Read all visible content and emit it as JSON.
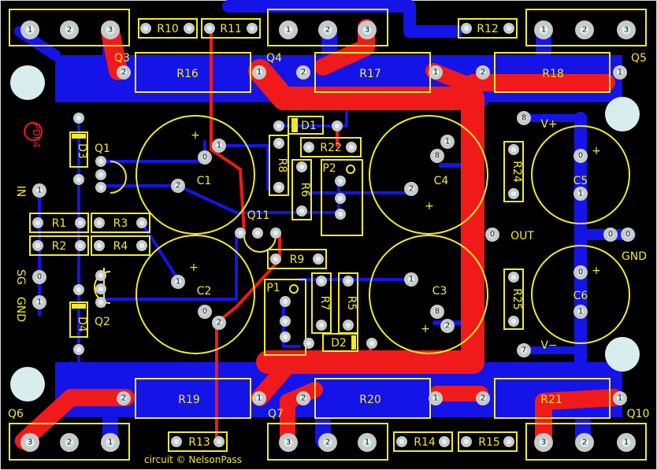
{
  "board": {
    "resistors_big": [
      "R16",
      "R17",
      "R18",
      "R19",
      "R20",
      "R21"
    ],
    "resistors_small": [
      "R10",
      "R11",
      "R12",
      "R13",
      "R14",
      "R15",
      "R1",
      "R2",
      "R3",
      "R4",
      "R8",
      "R6",
      "R22",
      "R24",
      "R9",
      "R7",
      "R5",
      "R25"
    ],
    "transistors": [
      "Q1",
      "Q2",
      "Q3",
      "Q4",
      "Q5",
      "Q6",
      "Q7",
      "Q10",
      "Q11"
    ],
    "capacitors": [
      "C1",
      "C2",
      "C3",
      "C4",
      "C5",
      "C6"
    ],
    "diodes": [
      "D1",
      "D2",
      "D3",
      "D4"
    ],
    "pots": [
      "P1",
      "P2"
    ],
    "connectors": {
      "in": "IN",
      "sg": "SG",
      "gnd_left": "GND",
      "out": "OUT",
      "v_plus": "V+",
      "v_minus": "V−",
      "gnd_right": "GND"
    },
    "logo": "PDF4",
    "pin_labels": {
      "p1": "1",
      "p2": "2",
      "p3": "3",
      "p0": "0",
      "p7": "7",
      "p8": "8"
    },
    "polarity_plus": "+",
    "credit": "circuit © NelsonPass"
  },
  "colors": {
    "background": "#000000",
    "top_copper": "#f01a1a",
    "bottom_copper": "#1414e8",
    "silkscreen": "#f2ea2c",
    "pad": "#c9c9c9",
    "hole": "#d8f3f3"
  }
}
